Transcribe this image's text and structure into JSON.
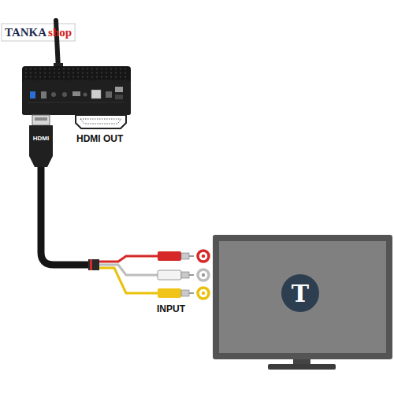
{
  "diagram": {
    "labels": [
      "TANKA",
      "shop",
      "HDMI",
      "HDMI OUT",
      "INPUT",
      "T"
    ]
  }
}
